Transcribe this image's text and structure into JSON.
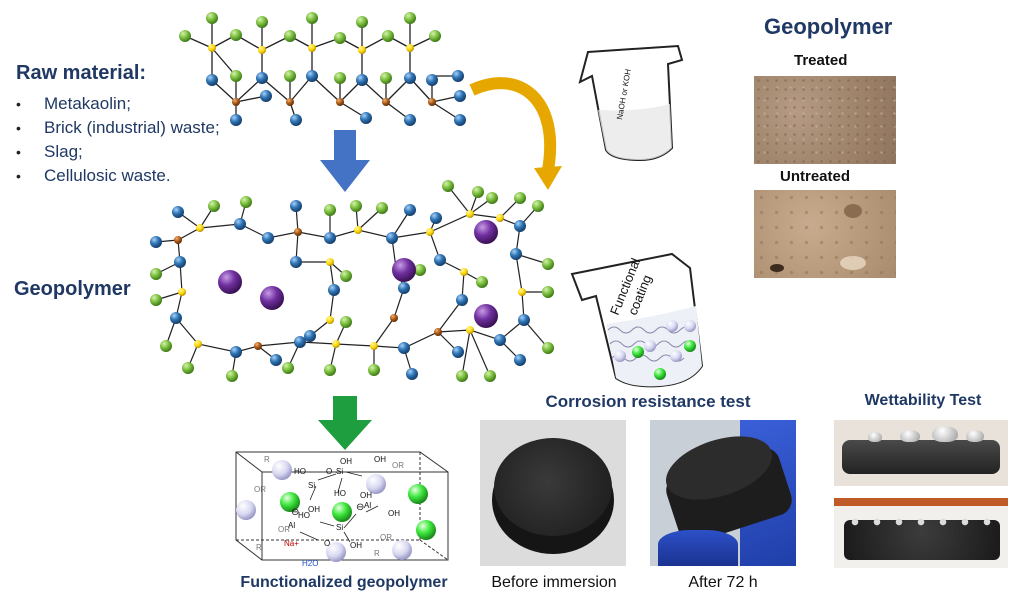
{
  "raw_material": {
    "heading": "Raw material:",
    "items": [
      "Metakaolin;",
      "Brick (industrial) waste;",
      "Slag;",
      "Cellulosic waste."
    ]
  },
  "geopolymer_label": "Geopolymer",
  "beaker1": {
    "label_main": "NaOH",
    "label_or": "or",
    "label_alt": "KOH"
  },
  "beaker2": {
    "line1": "Functional",
    "line2": "coating"
  },
  "right_panel": {
    "title": "Geopolymer",
    "treated": "Treated",
    "untreated": "Untreated"
  },
  "functionalized": {
    "caption": "Functionalized geopolymer",
    "labels": {
      "ho1": "HO",
      "si1": "Si",
      "oh1": "OH",
      "o1": "O",
      "si2": "Si",
      "oh2": "OH",
      "oh3": "OH",
      "ho2": "HO",
      "oh4": "OH",
      "ho3": "HO",
      "al1": "Al",
      "oh5": "OH",
      "al2": "Al",
      "o2": "O",
      "si3": "Si",
      "oh6": "OH",
      "na": "Na+",
      "h2o": "H2O",
      "or1": "OR",
      "or2": "OR",
      "or3": "OR",
      "or4": "OR",
      "r1": "R",
      "r2": "R",
      "r3": "R"
    }
  },
  "corrosion": {
    "title": "Corrosion resistance test",
    "before": "Before immersion",
    "after": "After 72 h"
  },
  "wettability": {
    "title": "Wettability Test"
  },
  "colors": {
    "navy": "#1f3864",
    "silicon": "#7fc241",
    "oxygen": "#2e75b6",
    "aluminum": "#b45f18",
    "node_yellow": "#ffd700",
    "cation": "#7030a0",
    "arrow_blue": "#4472c4",
    "arrow_green": "#1e9e3e",
    "arrow_gold": "#e6a800"
  }
}
